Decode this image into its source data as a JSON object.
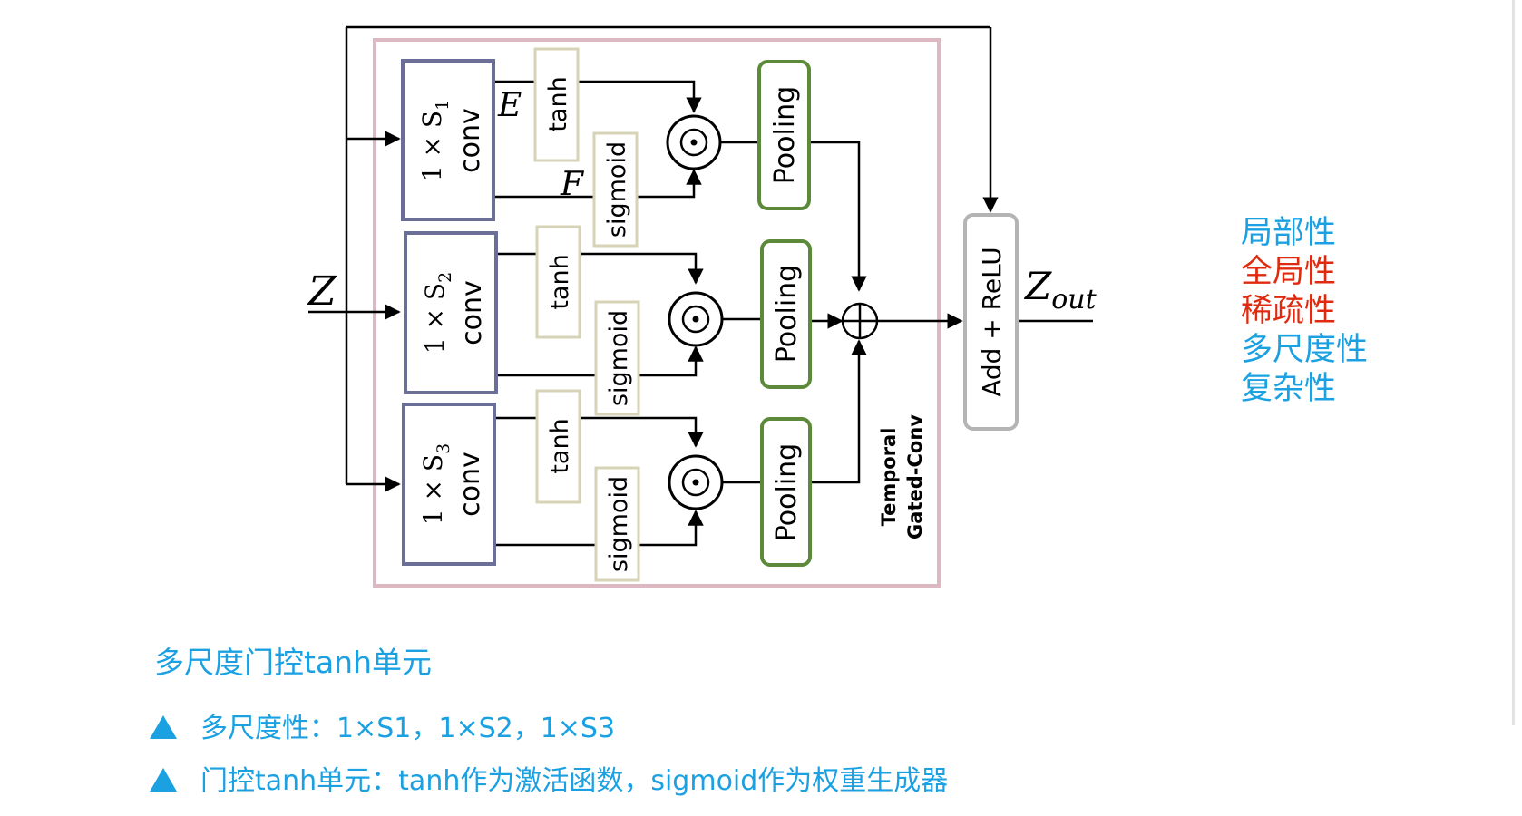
{
  "diagram": {
    "input_label": "Z",
    "output_label_base": "Z",
    "output_label_sub": "out",
    "conv_blocks": [
      {
        "line1": "1 × S",
        "sub": "1",
        "line2": "conv"
      },
      {
        "line1": "1 × S",
        "sub": "2",
        "line2": "conv"
      },
      {
        "line1": "1 × S",
        "sub": "3",
        "line2": "conv"
      }
    ],
    "label_E": "E",
    "label_F": "F",
    "tanh_label": "tanh",
    "sigmoid_label": "sigmoid",
    "pooling_label": "Pooling",
    "add_relu_label": "Add + ReLU",
    "module_label_line1": "Temporal",
    "module_label_line2": "Gated-Conv",
    "colors": {
      "outer_box": "#dcb9c2",
      "conv_border": "#6b6f98",
      "tanh_border": "#d6d3b6",
      "pooling_border": "#5c8a3a",
      "add_border": "#b4b4b4"
    }
  },
  "side_list": [
    {
      "text": "局部性",
      "color": "#1ba1e2"
    },
    {
      "text": "全局性",
      "color": "#e02a10"
    },
    {
      "text": "稀疏性",
      "color": "#e02a10"
    },
    {
      "text": "多尺度性",
      "color": "#1ba1e2"
    },
    {
      "text": "复杂性",
      "color": "#1ba1e2"
    }
  ],
  "caption": "多尺度门控tanh单元",
  "bullets": [
    "多尺度性：1×S1，1×S2，1×S3",
    "门控tanh单元：tanh作为激活函数，sigmoid作为权重生成器"
  ]
}
